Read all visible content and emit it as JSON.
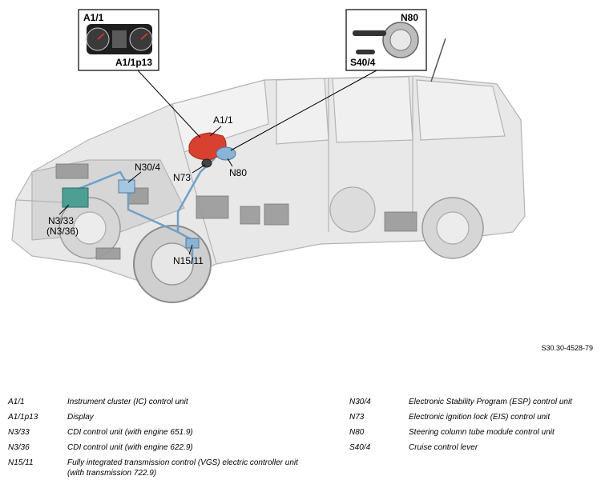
{
  "figure_id": "S30.30-4528-79",
  "callouts": {
    "a11": "A1/1",
    "a11_inset_top": "A1/1",
    "a11p13": "A1/1p13",
    "n80_inset": "N80",
    "s404_inset": "S40/4",
    "n304": "N30/4",
    "n73": "N73",
    "n80": "N80",
    "n333": "N3/33",
    "n336": "(N3/36)",
    "n1511": "N15/11"
  },
  "legend_left": [
    {
      "code": "A1/1",
      "desc": "Instrument cluster (IC) control unit"
    },
    {
      "code": "A1/1p13",
      "desc": "Display"
    },
    {
      "code": "N3/33",
      "desc": "CDI control unit (with engine 651.9)"
    },
    {
      "code": "N3/36",
      "desc": "CDI control unit (with engine 622.9)"
    },
    {
      "code": "N15/11",
      "desc": "Fully integrated transmission control (VGS) electric controller unit",
      "desc2": "(with transmission 722.9)"
    }
  ],
  "legend_right": [
    {
      "code": "N30/4",
      "desc": "Electronic Stability Program (ESP) control unit"
    },
    {
      "code": "N73",
      "desc": "Electronic ignition lock (EIS) control unit"
    },
    {
      "code": "N80",
      "desc": "Steering column tube module control unit"
    },
    {
      "code": "S40/4",
      "desc": "Cruise control lever"
    }
  ]
}
